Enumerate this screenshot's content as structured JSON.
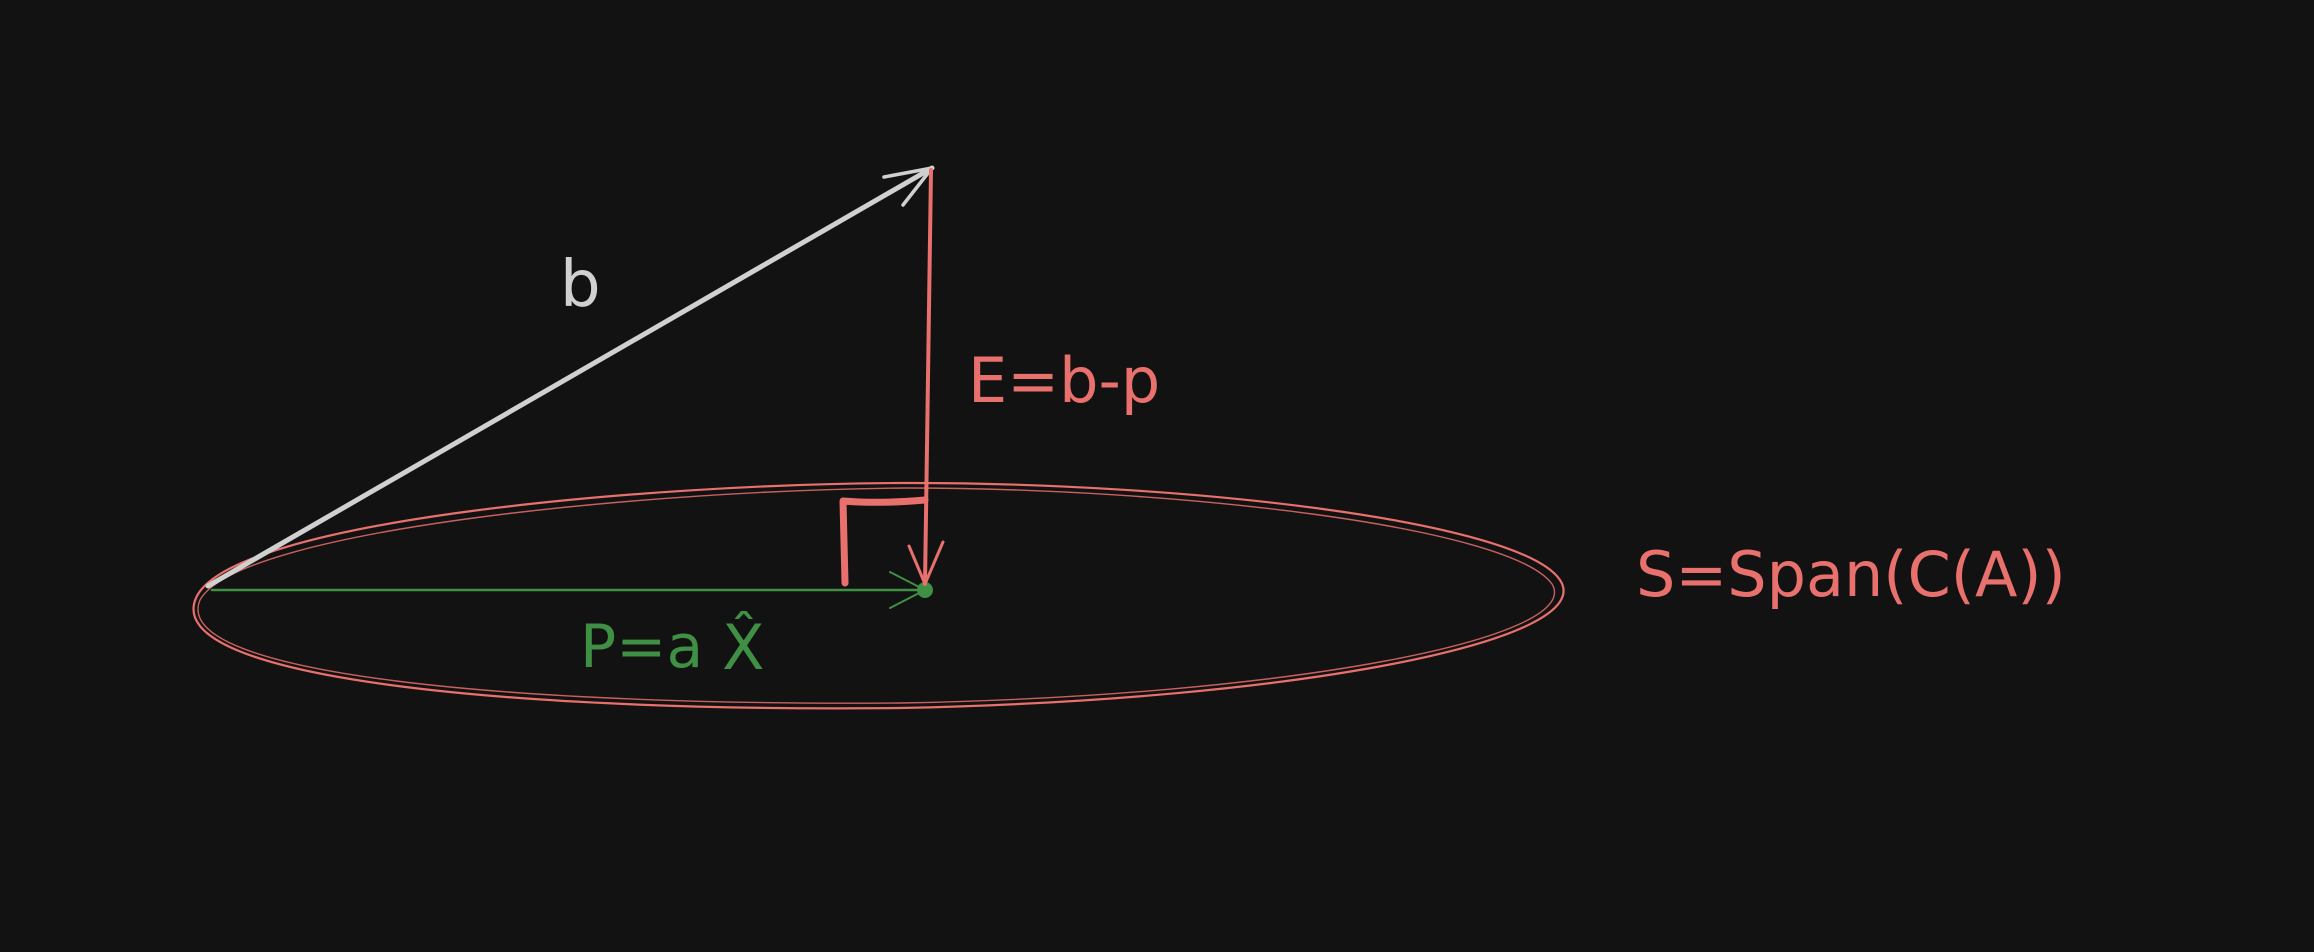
{
  "diagram": {
    "labels": {
      "vector_b": "b",
      "error": "E=b-p",
      "projection_p": "P=a",
      "projection_xhat": "X̂",
      "subspace": "S=Span(C(A))"
    },
    "colors": {
      "background": "#121212",
      "vector_b": "#d0d0d0",
      "error": "#e8706d",
      "projection": "#3f8f44",
      "subspace": "#e8706d"
    }
  }
}
